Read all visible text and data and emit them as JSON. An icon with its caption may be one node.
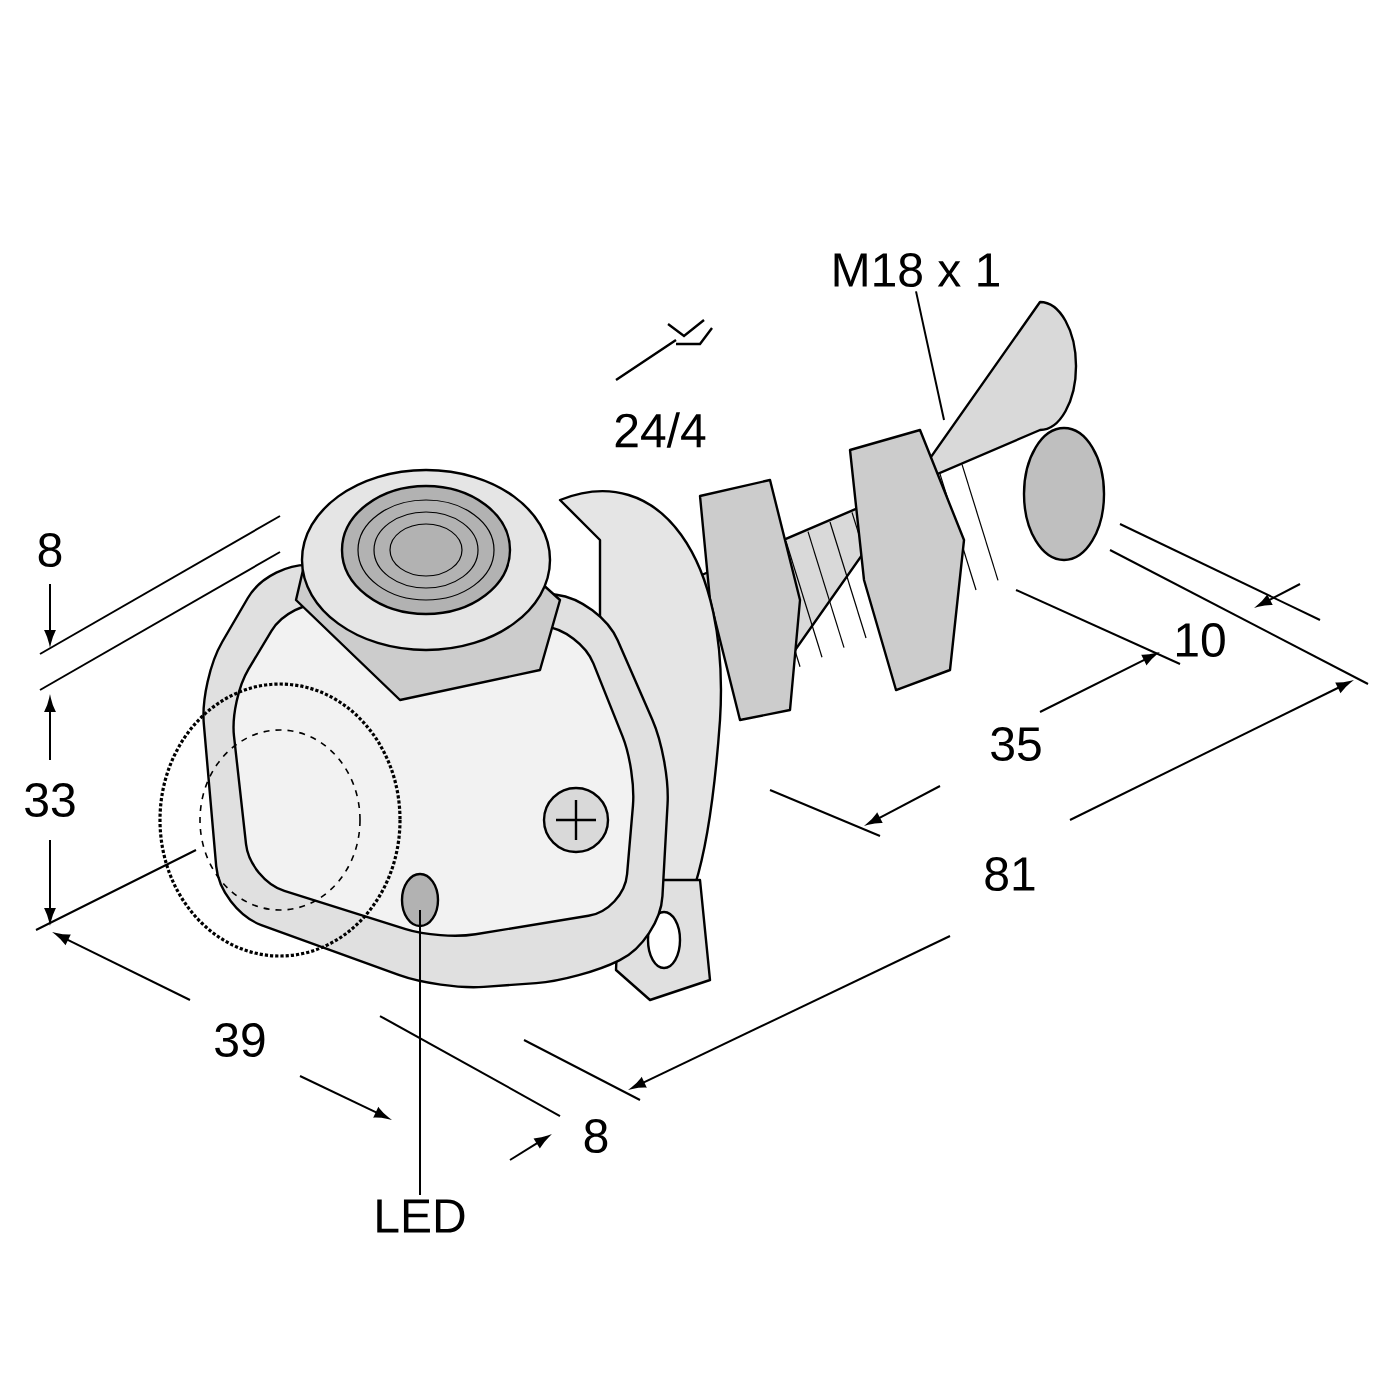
{
  "diagram": {
    "nodes": [
      {
        "text": [
          "M18 x 1"
        ]
      },
      {
        "text": [
          "LED"
        ]
      }
    ],
    "edges": [
      {
        "from": 0,
        "to": null,
        "arrow": "none"
      },
      {
        "from": 1,
        "to": null,
        "arrow": "none"
      }
    ],
    "labels": [
      "24/4",
      "8",
      "10",
      "35",
      "33",
      "81",
      "39",
      "8"
    ]
  }
}
